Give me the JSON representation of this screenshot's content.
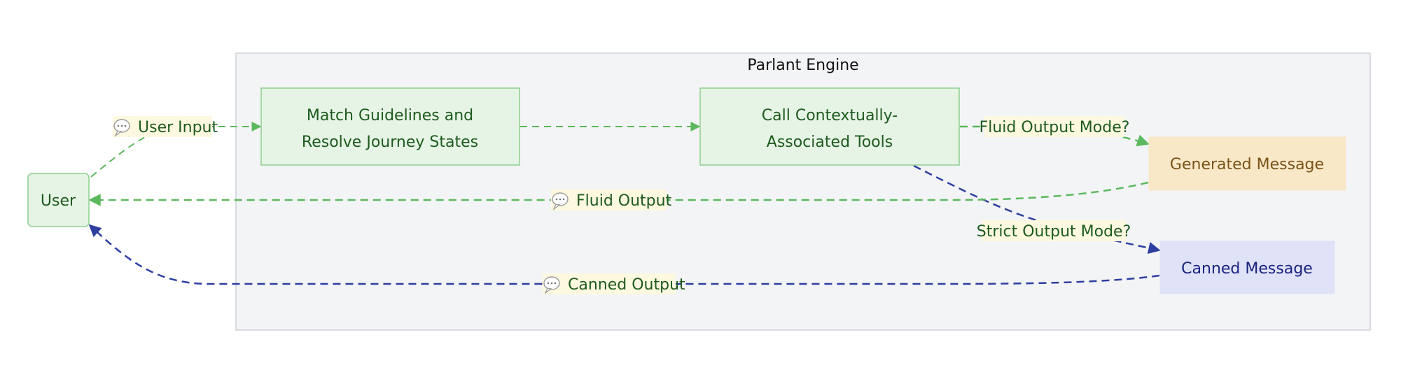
{
  "cluster": {
    "title": "Parlant Engine"
  },
  "nodes": {
    "user": {
      "label": "User"
    },
    "match": {
      "line1": "Match Guidelines and",
      "line2": "Resolve Journey States"
    },
    "tools": {
      "line1": "Call Contextually-",
      "line2": "Associated Tools"
    },
    "generated": {
      "label": "Generated Message"
    },
    "canned": {
      "label": "Canned Message"
    }
  },
  "edges": {
    "user_input": {
      "label": "User Input",
      "icon": "speech-bubble-icon"
    },
    "fluid_mode": {
      "label": "Fluid Output Mode?"
    },
    "strict_mode": {
      "label": "Strict Output Mode?"
    },
    "fluid_output": {
      "label": "Fluid Output",
      "icon": "speech-bubble-icon"
    },
    "canned_output": {
      "label": "Canned Output",
      "icon": "speech-bubble-icon"
    }
  },
  "colors": {
    "green_edge": "#5cb85c",
    "blue_edge": "#2e3fa0",
    "green_fill": "#e6f4e6",
    "green_stroke": "#8fce8f",
    "orange_fill": "#f9e8c8",
    "orange_text": "#7a5418",
    "blue_fill": "#e0e2f8",
    "blue_text": "#1a237e",
    "label_bg": "#fdf8e0",
    "cluster_fill": "#f3f4f6",
    "cluster_stroke": "#d0d3d8"
  }
}
